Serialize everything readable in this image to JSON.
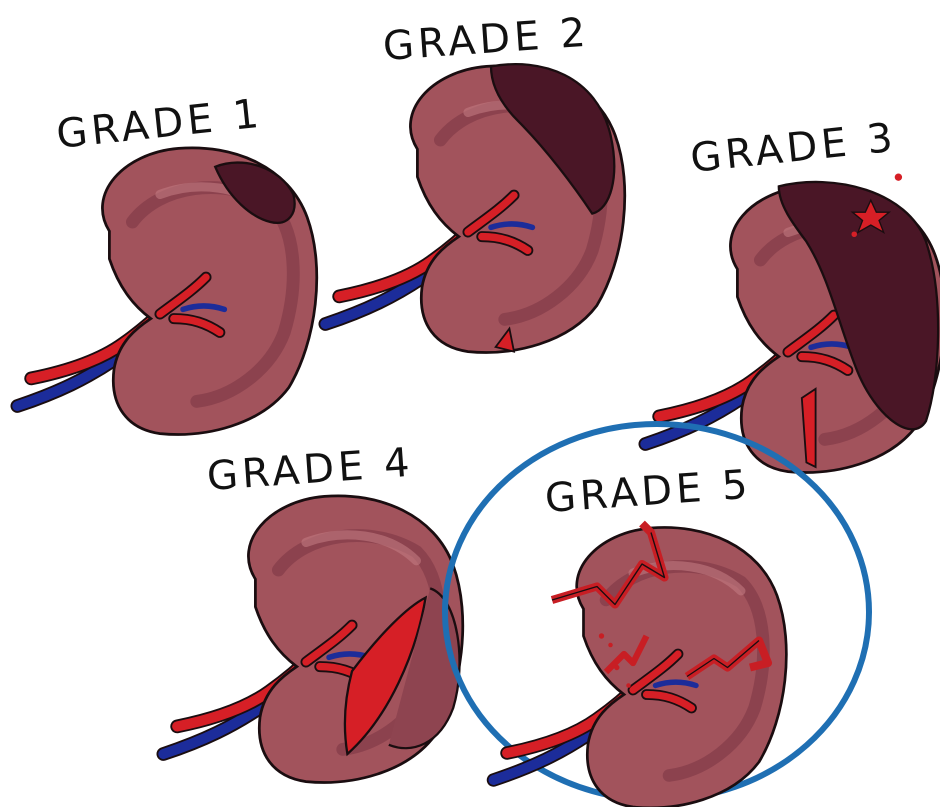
{
  "diagram": {
    "grades": [
      {
        "label": "GRADE 1"
      },
      {
        "label": "GRADE 2"
      },
      {
        "label": "GRADE 3"
      },
      {
        "label": "GRADE 4"
      },
      {
        "label": "GRADE 5"
      }
    ],
    "highlighted_grade": "GRADE 5",
    "colors": {
      "organ": "#a2535c",
      "organ_shadow": "#7a3444",
      "organ_highlight": "#c27a80",
      "hematoma": "#4a1626",
      "artery": "#d61f26",
      "vein": "#1c2c9a",
      "outline": "#1a0d10",
      "highlight_circle": "#1f6fb3",
      "laceration": "#c81e24"
    }
  }
}
